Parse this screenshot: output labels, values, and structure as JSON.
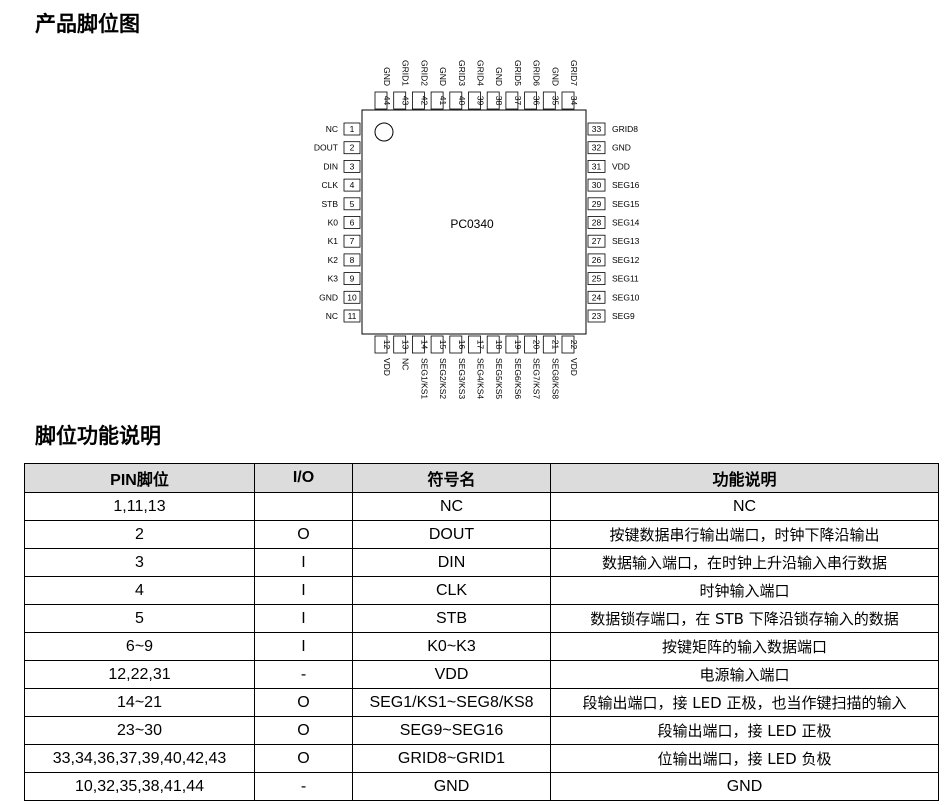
{
  "headings": {
    "pin_diagram": "产品脚位图",
    "pin_function": "脚位功能说明"
  },
  "chip": {
    "name": "PC0340",
    "left_pins": [
      {
        "num": "1",
        "label": "NC"
      },
      {
        "num": "2",
        "label": "DOUT"
      },
      {
        "num": "3",
        "label": "DIN"
      },
      {
        "num": "4",
        "label": "CLK"
      },
      {
        "num": "5",
        "label": "STB"
      },
      {
        "num": "6",
        "label": "K0"
      },
      {
        "num": "7",
        "label": "K1"
      },
      {
        "num": "8",
        "label": "K2"
      },
      {
        "num": "9",
        "label": "K3"
      },
      {
        "num": "10",
        "label": "GND"
      },
      {
        "num": "11",
        "label": "NC"
      }
    ],
    "right_pins": [
      {
        "num": "33",
        "label": "GRID8"
      },
      {
        "num": "32",
        "label": "GND"
      },
      {
        "num": "31",
        "label": "VDD"
      },
      {
        "num": "30",
        "label": "SEG16"
      },
      {
        "num": "29",
        "label": "SEG15"
      },
      {
        "num": "28",
        "label": "SEG14"
      },
      {
        "num": "27",
        "label": "SEG13"
      },
      {
        "num": "26",
        "label": "SEG12"
      },
      {
        "num": "25",
        "label": "SEG11"
      },
      {
        "num": "24",
        "label": "SEG10"
      },
      {
        "num": "23",
        "label": "SEG9"
      }
    ],
    "top_pins": [
      {
        "num": "44",
        "label": "GND"
      },
      {
        "num": "43",
        "label": "GRID1"
      },
      {
        "num": "42",
        "label": "GRID2"
      },
      {
        "num": "41",
        "label": "GND"
      },
      {
        "num": "40",
        "label": "GRID3"
      },
      {
        "num": "39",
        "label": "GRID4"
      },
      {
        "num": "38",
        "label": "GND"
      },
      {
        "num": "37",
        "label": "GRID5"
      },
      {
        "num": "36",
        "label": "GRID6"
      },
      {
        "num": "35",
        "label": "GND"
      },
      {
        "num": "34",
        "label": "GRID7"
      }
    ],
    "bottom_pins": [
      {
        "num": "12",
        "label": "VDD"
      },
      {
        "num": "13",
        "label": "NC"
      },
      {
        "num": "14",
        "label": "SEG1/KS1"
      },
      {
        "num": "15",
        "label": "SEG2/KS2"
      },
      {
        "num": "16",
        "label": "SEG3/KS3"
      },
      {
        "num": "17",
        "label": "SEG4/KS4"
      },
      {
        "num": "18",
        "label": "SEG5/KS5"
      },
      {
        "num": "19",
        "label": "SEG6/KS6"
      },
      {
        "num": "20",
        "label": "SEG7/KS7"
      },
      {
        "num": "21",
        "label": "SEG8/KS8"
      },
      {
        "num": "22",
        "label": "VDD"
      }
    ]
  },
  "table": {
    "headers": [
      "PIN脚位",
      "I/O",
      "符号名",
      "功能说明"
    ],
    "rows": [
      [
        "1,11,13",
        "",
        "NC",
        "NC"
      ],
      [
        "2",
        "O",
        "DOUT",
        "按键数据串行输出端口，时钟下降沿输出"
      ],
      [
        "3",
        "I",
        "DIN",
        "数据输入端口，在时钟上升沿输入串行数据"
      ],
      [
        "4",
        "I",
        "CLK",
        "时钟输入端口"
      ],
      [
        "5",
        "I",
        "STB",
        "数据锁存端口，在 STB 下降沿锁存输入的数据"
      ],
      [
        "6~9",
        "I",
        "K0~K3",
        "按键矩阵的输入数据端口"
      ],
      [
        "12,22,31",
        "-",
        "VDD",
        "电源输入端口"
      ],
      [
        "14~21",
        "O",
        "SEG1/KS1~SEG8/KS8",
        "段输出端口，接 LED 正极，也当作键扫描的输入"
      ],
      [
        "23~30",
        "O",
        "SEG9~SEG16",
        "段输出端口，接 LED  正极"
      ],
      [
        "33,34,36,37,39,40,42,43",
        "O",
        "GRID8~GRID1",
        "位输出端口，接 LED 负极"
      ],
      [
        "10,32,35,38,41,44",
        "-",
        "GND",
        "GND"
      ]
    ]
  }
}
